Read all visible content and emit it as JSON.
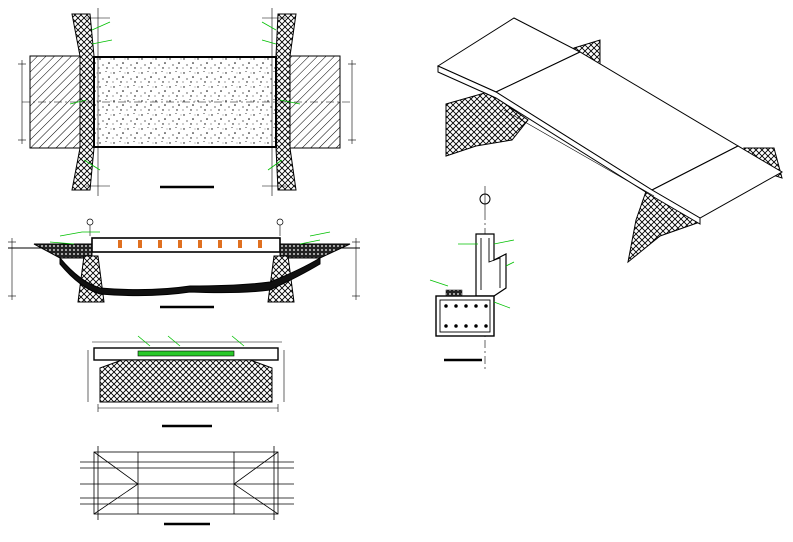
{
  "drawing": {
    "background": "#ffffff",
    "line_color": "#000000",
    "leader_color": "#00c000",
    "rebar_color": "#e07020",
    "views": [
      {
        "id": "plan-view",
        "title": ""
      },
      {
        "id": "longitudinal-section",
        "title": ""
      },
      {
        "id": "cross-section",
        "title": ""
      },
      {
        "id": "foundation-plan",
        "title": ""
      },
      {
        "id": "isometric-view",
        "title": ""
      },
      {
        "id": "abutment-detail",
        "title": ""
      }
    ],
    "section_marker": {
      "label": ""
    }
  }
}
